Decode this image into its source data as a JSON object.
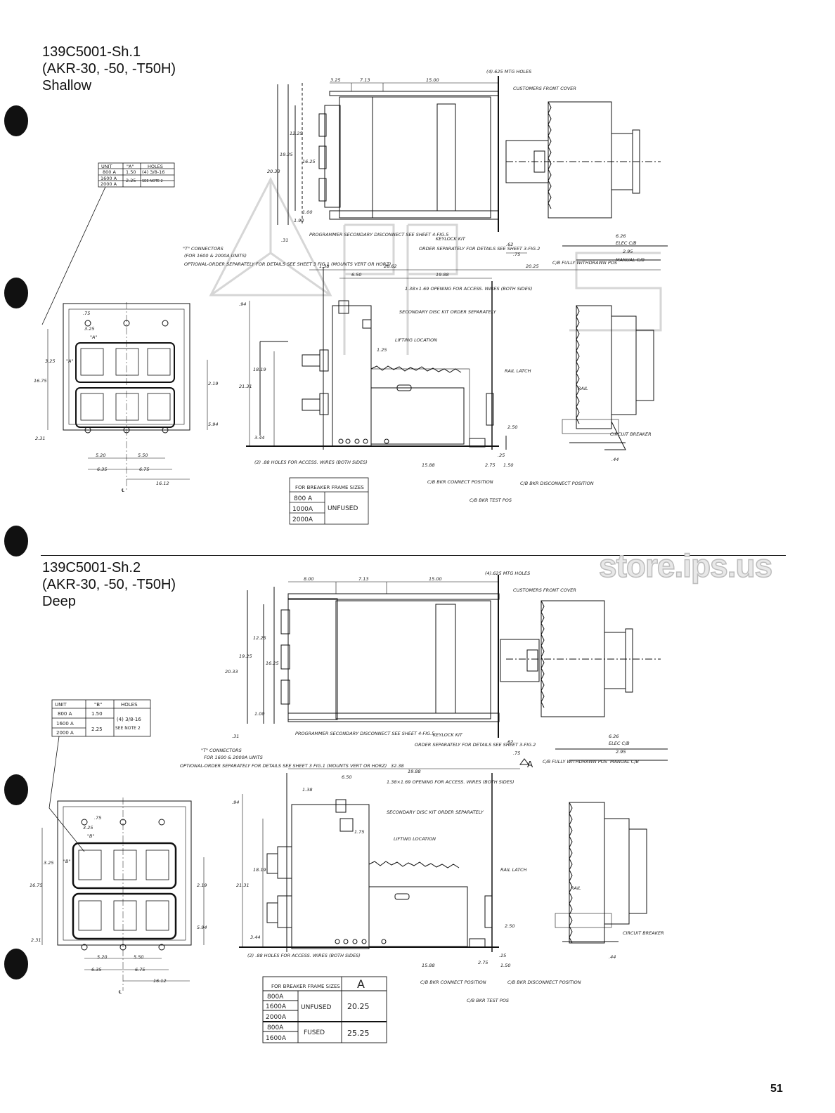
{
  "sheet1": {
    "title_lines": [
      "139C5001-Sh.1",
      "(AKR-30, -50, -T50H)",
      "Shallow"
    ],
    "dims": {
      "d_325": "3.25",
      "d_713": "7.13",
      "d_1500": "15.00",
      "mtg_holes": "(4).625 MTG HOLES",
      "front_cover": "CUSTOMERS FRONT COVER",
      "d_1225": "12.25",
      "d_1925": "19.25",
      "d_1625": "16.25",
      "d_2033": "20.33",
      "d_100": "1.00",
      "d_190": "1.90",
      "d_31": ".31",
      "programmer": "PROGRAMMER SECONDARY DISCONNECT SEE SHEET 4-FIG.5",
      "keylock": "KEYLOCK KIT",
      "keylock_note": "ORDER SEPARATELY FOR DETAILS SEE SHEET 3-FIG.2",
      "d_62": ".62",
      "d_75": ".75",
      "d_626": "6.26",
      "elec_cb": "ELEC C/B",
      "d_295": "2.95",
      "manual_cb": "MANUAL C/B",
      "t_conn": "\"T\" CONNECTORS",
      "t_conn_units": "(FOR 1600 & 2000A UNITS)",
      "t_conn_note": "OPTIONAL-ORDER SEPARATELY FOR DETAILS SEE SHEET 3 FIG.1 (MOUNTS VERT OR HORZ)",
      "d_138": "1.38",
      "d_2662": "26.62",
      "d_650": "6.50",
      "d_1988": "19.88",
      "d_2025": "20.25",
      "fully_withdrawn": "C/B FULLY WITHDRAWN POS",
      "d_94": ".94",
      "opening": "1.38×1.69 OPENING FOR ACCESS. WIRES (BOTH SIDES)",
      "sec_disc": "SECONDARY DISC KIT ORDER SEPARATELY",
      "lifting": "LIFTING LOCATION",
      "d_125": "1.25",
      "d_1819": "18.19",
      "d_2131": "21.31",
      "d_219": "2.19",
      "d_344": "3.44",
      "d_594": "5.94",
      "d_1675": "16.75",
      "d_231": "2.31",
      "d_a": "\"A\"",
      "d_550": "5.50",
      "d_520": "5.20",
      "d_635": "6.35",
      "d_675": "6.75",
      "d_1612": "16.12",
      "d_cl": "℄",
      "holes_note": "(2) .88 HOLES FOR ACCESS. WIRES (BOTH SIDES)",
      "d_1588": "15.88",
      "d_275": "2.75",
      "d_25": ".25",
      "d_150": "1.50",
      "d_250": "2.50",
      "d_44": ".44",
      "rail_latch": "RAIL LATCH",
      "rail": "RAIL",
      "circuit_breaker": "CIRCUIT BREAKER",
      "cb_connect": "C/B BKR CONNECT POSITION",
      "cb_test": "C/B BKR TEST POS",
      "cb_disconnect": "C/B BKR DISCONNECT POSITION"
    },
    "unit_table": {
      "headers": [
        "UNIT",
        "\"A\"",
        "HOLES"
      ],
      "rows": [
        [
          "800 A",
          "1.50",
          "(4) 3/8-16"
        ],
        [
          "1600 A",
          "2.25",
          "SEE NOTE 2"
        ],
        [
          "2000 A",
          "",
          ""
        ]
      ]
    },
    "frame_table": {
      "header": "FOR BREAKER FRAME SIZES",
      "sizes": [
        "800 A",
        "1000A",
        "2000A"
      ],
      "type": "UNFUSED"
    }
  },
  "sheet2": {
    "title_lines": [
      "139C5001-Sh.2",
      "(AKR-30, -50, -T50H)",
      "Deep"
    ],
    "dims": {
      "d_800": "8.00",
      "d_713": "7.13",
      "d_1500": "15.00",
      "mtg_holes": "(4).625 MTG HOLES",
      "front_cover": "CUSTOMERS FRONT COVER",
      "d_1225": "12.25",
      "d_1925": "19.25",
      "d_1625": "16.25",
      "d_2033": "20.33",
      "d_100": "1.00",
      "d_31": ".31",
      "programmer": "PROGRAMMER SECONDARY DISCONNECT SEE SHEET 4-FIG.5",
      "keylock": "KEYLOCK KIT",
      "keylock_note": "ORDER SEPARATELY FOR DETAILS SEE SHEET 3-FIG.2",
      "d_62": ".62",
      "d_75": ".75",
      "d_626": "6.26",
      "elec_cb": "ELEC C/B",
      "d_295": "2.95",
      "manual_cb": "MANUAL C/B",
      "t_conn": "\"T\" CONNECTORS",
      "t_conn_units": "FOR 1600 & 2000A UNITS",
      "t_conn_note": "OPTIONAL-ORDER SEPARATELY FOR DETAILS SEE SHEET 3 FIG.1 (MOUNTS VERT OR HORZ)",
      "d_3238": "32.38",
      "d_a": "A",
      "fully_withdrawn": "C/B FULLY WITHDRAWN POS",
      "d_94": ".94",
      "d_138": "1.38",
      "d_650": "6.50",
      "opening": "1.38×1.69 OPENING FOR ACCESS. WIRES (BOTH SIDES)",
      "d_1988": "19.88",
      "sec_disc": "SECONDARY DISC KIT ORDER SEPARATELY",
      "lifting": "LIFTING LOCATION",
      "d_175": "1.75",
      "d_1819": "18.19",
      "d_2131": "21.31",
      "d_219": "2.19",
      "d_344": "3.44",
      "d_594": "5.94",
      "d_1675": "16.75",
      "d_231": "2.31",
      "d_b": "\"B\"",
      "d_325": "3.25",
      "d_550": "5.50",
      "d_520": "5.20",
      "d_635": "6.35",
      "d_675": "6.75",
      "d_1612": "16.12",
      "d_cl": "℄",
      "holes_note": "(2) .88 HOLES FOR ACCESS. WIRES (BOTH SIDES)",
      "d_1588": "15.88",
      "d_275": "2.75",
      "d_25": ".25",
      "d_150": "1.50",
      "d_250": "2.50",
      "d_44": ".44",
      "rail_latch": "RAIL LATCH",
      "rail": "RAIL",
      "circuit_breaker": "CIRCUIT BREAKER",
      "cb_connect": "C/B BKR CONNECT POSITION",
      "cb_test": "C/B BKR TEST POS",
      "cb_disconnect": "C/B BKR DISCONNECT POSITION"
    },
    "unit_table": {
      "headers": [
        "UNIT",
        "\"B\"",
        "HOLES"
      ],
      "rows": [
        [
          "800 A",
          "1.50",
          "(4) 3/8-16"
        ],
        [
          "1600 A",
          "2.25",
          "SEE NOTE 2"
        ],
        [
          "2000 A",
          "",
          ""
        ]
      ]
    },
    "frame_table": {
      "header": "FOR BREAKER FRAME SIZES",
      "col_a": "A",
      "unfused_sizes": [
        "800A",
        "1600A",
        "2000A"
      ],
      "unfused_type": "UNFUSED",
      "unfused_value": "20.25",
      "fused_sizes": [
        "800A",
        "1600A"
      ],
      "fused_type": "FUSED",
      "fused_value": "25.25"
    }
  },
  "watermark": "store.ips.us",
  "page_number": "51"
}
